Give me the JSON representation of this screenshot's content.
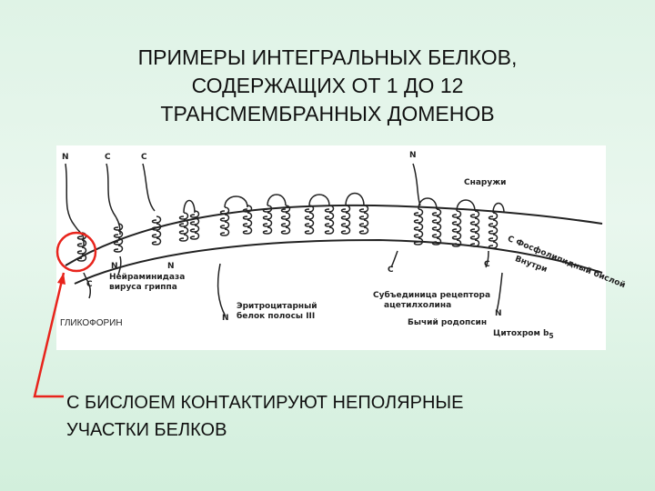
{
  "title": {
    "line1": "ПРИМЕРЫ ИНТЕГРАЛЬНЫХ БЕЛКОВ,",
    "line2": "СОДЕРЖАЩИХ ОТ 1 ДО 12",
    "line3": "ТРАНСМЕМБРАННЫХ ДОМЕНОВ"
  },
  "diagram": {
    "termini": [
      "N",
      "C",
      "C",
      "N",
      "N",
      "N",
      "C",
      "C",
      "C",
      "N",
      "N"
    ],
    "side_outside": "Снаружи",
    "side_inside": "Внутри",
    "bilayer_label": "С Фосфолипидный бислой",
    "proteins": {
      "glycophorin": "ГЛИКОФОРИН",
      "neuraminidase_line1": "Нейраминидаза",
      "neuraminidase_line2": "вируса гриппа",
      "band3_line1": "Эритроцитарный",
      "band3_line2": "белок полосы III",
      "receptor_line1": "Субъединица рецептора",
      "receptor_line2": "ацетилхолина",
      "rhodopsin": "Бычий родопсин",
      "cytochrome": "Цитохром b",
      "cytochrome_sub": "5"
    }
  },
  "caption": {
    "line1": "С БИСЛОЕМ КОНТАКТИРУЮТ НЕПОЛЯРНЫЕ",
    "line2": "УЧАСТКИ БЕЛКОВ"
  },
  "colors": {
    "highlight": "#e8241c",
    "ink": "#222222"
  }
}
